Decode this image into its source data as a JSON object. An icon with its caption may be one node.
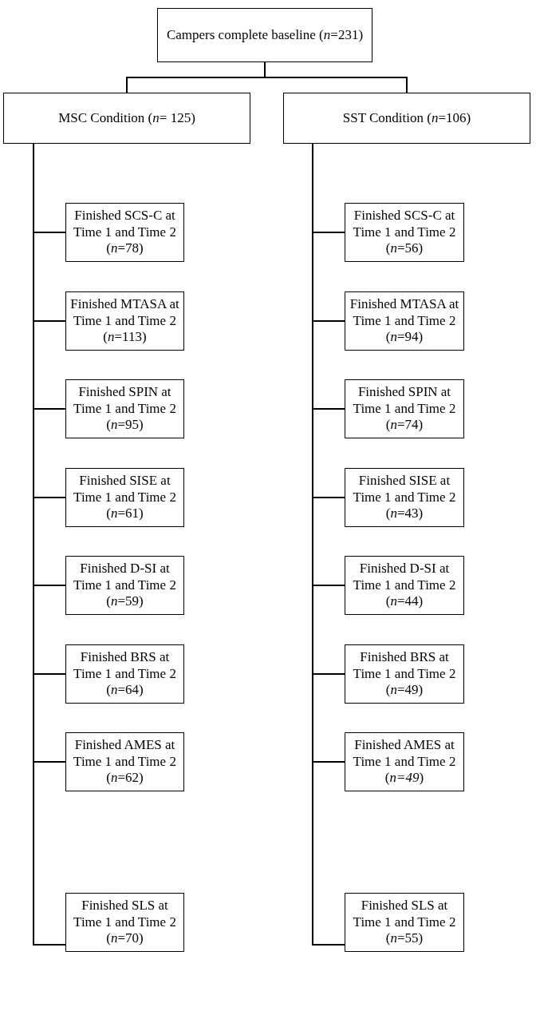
{
  "diagram": {
    "nodes": [
      {
        "text": [
          "Campers complete baseline (*n*=231)"
        ]
      },
      {
        "text": [
          "MSC Condition (*n*= 125)"
        ]
      },
      {
        "text": [
          "SST Condition (*n*=106)"
        ]
      },
      {
        "text": [
          "Finished SCS-C at Time 1 and Time 2 (*n*=78)"
        ]
      },
      {
        "text": [
          "Finished MTASA at Time 1 and Time 2 (*n*=113)"
        ]
      },
      {
        "text": [
          "Finished SPIN at Time 1 and Time 2 (*n*=95)"
        ]
      },
      {
        "text": [
          "Finished SISE at Time 1 and Time 2 (*n*=61)"
        ]
      },
      {
        "text": [
          "Finished D-SI at Time 1 and Time 2 (*n*=59)"
        ]
      },
      {
        "text": [
          "Finished BRS at Time 1 and Time 2 (*n*=64)"
        ]
      },
      {
        "text": [
          "Finished AMES at Time 1 and Time 2 (*n*=62)"
        ]
      },
      {
        "text": [
          "Finished SLS at Time 1 and Time 2 (*n*=70)"
        ]
      },
      {
        "text": [
          "Finished SCS-C at Time 1 and Time 2 (*n*=56)"
        ]
      },
      {
        "text": [
          "Finished MTASA at Time 1 and Time 2 (*n*=94)"
        ]
      },
      {
        "text": [
          "Finished SPIN at Time 1 and Time 2 (*n*=74)"
        ]
      },
      {
        "text": [
          "Finished SISE at Time 1 and Time 2 (*n*=43)"
        ]
      },
      {
        "text": [
          "Finished D-SI at Time 1 and Time 2 (*n*=44)"
        ]
      },
      {
        "text": [
          "Finished BRS at Time 1 and Time 2 (*n*=49)"
        ]
      },
      {
        "text": [
          "Finished AMES at Time 1 and Time 2 (*n=49*)"
        ]
      },
      {
        "text": [
          "Finished SLS at Time 1 and Time 2 (*n*=55)"
        ]
      }
    ],
    "edges": [
      {
        "from": 0,
        "to": 1,
        "arrow": "none"
      },
      {
        "from": 0,
        "to": 2,
        "arrow": "none"
      },
      {
        "from": 1,
        "to": 3,
        "arrow": "none"
      },
      {
        "from": 1,
        "to": 4,
        "arrow": "none"
      },
      {
        "from": 1,
        "to": 5,
        "arrow": "none"
      },
      {
        "from": 1,
        "to": 6,
        "arrow": "none"
      },
      {
        "from": 1,
        "to": 7,
        "arrow": "none"
      },
      {
        "from": 1,
        "to": 8,
        "arrow": "none"
      },
      {
        "from": 1,
        "to": 9,
        "arrow": "none"
      },
      {
        "from": 1,
        "to": 10,
        "arrow": "none"
      },
      {
        "from": 2,
        "to": 11,
        "arrow": "none"
      },
      {
        "from": 2,
        "to": 12,
        "arrow": "none"
      },
      {
        "from": 2,
        "to": 13,
        "arrow": "none"
      },
      {
        "from": 2,
        "to": 14,
        "arrow": "none"
      },
      {
        "from": 2,
        "to": 15,
        "arrow": "none"
      },
      {
        "from": 2,
        "to": 16,
        "arrow": "none"
      },
      {
        "from": 2,
        "to": 17,
        "arrow": "none"
      },
      {
        "from": 2,
        "to": 18,
        "arrow": "none"
      }
    ]
  }
}
